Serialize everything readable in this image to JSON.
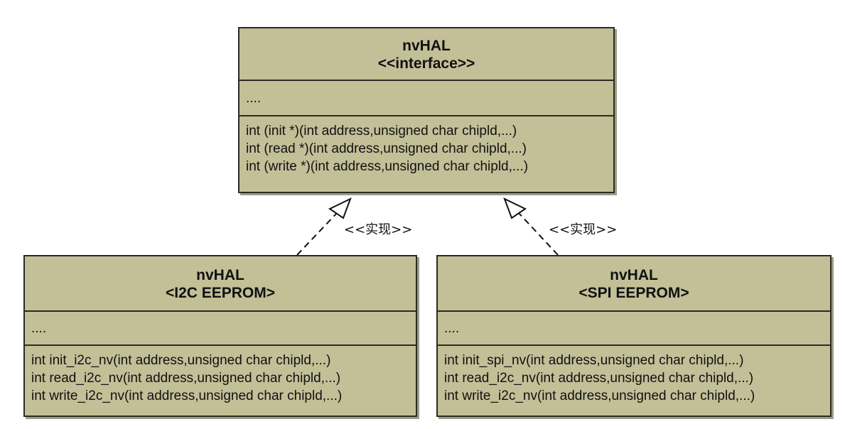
{
  "interface": {
    "title": "nvHAL",
    "stereotype": "<<interface>>",
    "attributes": "....",
    "operations": [
      "int (init *)(int address,unsigned char chipld,...)",
      "int (read *)(int address,unsigned char chipld,...)",
      "int (write *)(int address,unsigned char chipld,...)"
    ]
  },
  "i2c": {
    "title": "nvHAL",
    "stereotype": "<I2C EEPROM>",
    "attributes": "....",
    "operations": [
      "int init_i2c_nv(int address,unsigned char chipld,...)",
      "int read_i2c_nv(int address,unsigned char chipld,...)",
      "int write_i2c_nv(int address,unsigned char chipld,...)"
    ]
  },
  "spi": {
    "title": "nvHAL",
    "stereotype": "<SPI EEPROM>",
    "attributes": "....",
    "operations": [
      "int init_spi_nv(int address,unsigned char chipld,...)",
      "int read_i2c_nv(int address,unsigned char chipld,...)",
      "int write_i2c_nv(int address,unsigned char chipld,...)"
    ]
  },
  "relations": {
    "left_label": "<<实现>>",
    "right_label": "<<实现>>"
  },
  "colors": {
    "box_fill": "#c3bf97",
    "border": "#2b2b22",
    "shadow": "#9e9c86"
  }
}
